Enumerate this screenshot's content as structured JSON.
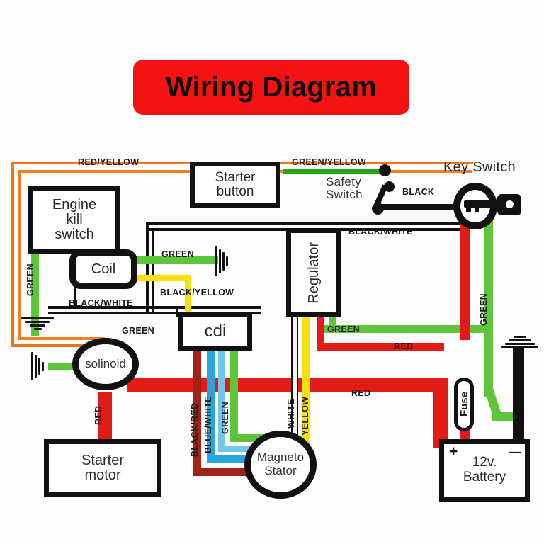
{
  "title": {
    "text": "Wiring Diagram",
    "banner_color": "#f41212",
    "text_color": "#0d0d0d"
  },
  "palette": {
    "red": "#e01b18",
    "dark_red": "#a32216",
    "green": "#5ec43a",
    "bright_green": "#22a616",
    "yellow": "#f5e010",
    "orange": "#f07418",
    "black": "#111111",
    "white": "#ffffff",
    "blue": "#2aa4dd",
    "light_blue": "#6fc7ee"
  },
  "components": [
    {
      "id": "engine-kill-switch",
      "label": "Engine\nkill\nswitch",
      "shape": "box"
    },
    {
      "id": "coil",
      "label": "Coil",
      "shape": "rounded-box"
    },
    {
      "id": "starter-button",
      "label": "Starter\nbutton",
      "shape": "box"
    },
    {
      "id": "key-switch",
      "label": "Key Switch",
      "shape": "oval-with-key"
    },
    {
      "id": "safety-switch",
      "label": "Safety\nSwitch",
      "shape": "lever-switch"
    },
    {
      "id": "regulator",
      "label": "Regulator",
      "shape": "box-vertical-text"
    },
    {
      "id": "cdi",
      "label": "cdi",
      "shape": "box"
    },
    {
      "id": "solinoid",
      "label": "solinoid",
      "shape": "circle"
    },
    {
      "id": "magneto-stator",
      "label": "Magneto\nStator",
      "shape": "circle"
    },
    {
      "id": "starter-motor",
      "label": "Starter\nmotor",
      "shape": "box"
    },
    {
      "id": "battery",
      "label": "12v.\nBattery",
      "shape": "box",
      "plus": "+",
      "minus": "—"
    },
    {
      "id": "fuse",
      "label": "Fuse",
      "shape": "capsule-vertical-text"
    }
  ],
  "labels": {
    "engine_kill_switch": "Engine\nkill\nswitch",
    "coil": "Coil",
    "starter_button": "Starter\nbutton",
    "key_switch": "Key Switch",
    "safety_switch": "Safety\nSwitch",
    "regulator": "Regulator",
    "cdi": "cdi",
    "solinoid": "solinoid",
    "magneto_stator": "Magneto\nStator",
    "starter_motor": "Starter\nmotor",
    "battery": "12v.\nBattery",
    "battery_plus": "+",
    "battery_minus": "—",
    "fuse": "Fuse"
  },
  "wire_labels": {
    "red_yellow": "RED/YELLOW",
    "green_yellow": "GREEN/YELLOW",
    "black": "BLACK",
    "black_white_left": "BLACK/WHITE",
    "black_white_right": "BLACK/WHITE",
    "black_yellow": "BLACK/YELLOW",
    "green_coil": "GREEN",
    "green_kill": "GREEN",
    "green_solinoid": "GREEN",
    "green_regulator": "GREEN",
    "green_key": "GREEN",
    "red_regulator": "RED",
    "red_bus": "RED",
    "red_starter": "RED",
    "black_red": "BLACK/RED",
    "blue_white": "BLUE/WHITE",
    "green_stator": "GREEN",
    "white_stator": "WHITE",
    "yellow_stator": "YELLOW"
  }
}
